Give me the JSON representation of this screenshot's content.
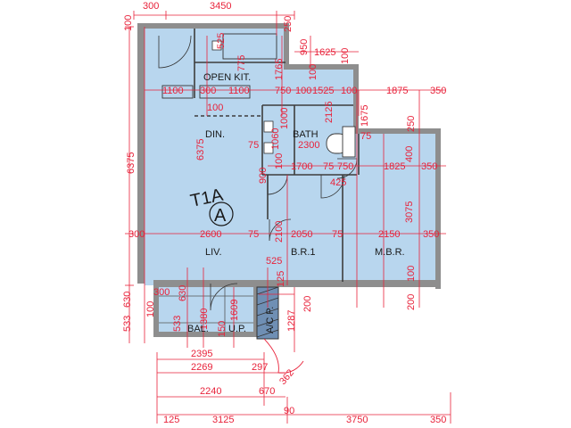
{
  "unit_label": "T1A",
  "unit_letter": "A",
  "rooms": {
    "open_kitchen": "OPEN KIT.",
    "dining": "DIN.",
    "bath": "BATH",
    "living": "LIV.",
    "bedroom1": "B.R.1",
    "master_bedroom": "M.B.R.",
    "balcony": "BAL.",
    "utility_platform": "U.P.",
    "ac_platform": "A/C P."
  },
  "dims": {
    "top_300": "300",
    "top_3450": "3450",
    "top_100": "100",
    "top_250": "250",
    "kit_525": "525",
    "kit_775": "775",
    "kit_1765": "1765",
    "kit_950": "950",
    "kit_1625": "1625",
    "kit_100a": "100",
    "kit_100b": "100",
    "row_1100a": "1100",
    "row_300": "300",
    "row_1100b": "1100",
    "row_750": "750",
    "row_100a": "100",
    "row_1525": "1525",
    "row_100b": "100",
    "row_1875": "1875",
    "row_350": "350",
    "row_100c": "100",
    "bath_2125": "2125",
    "bath_1675": "1675",
    "bath_250": "250",
    "bath_75": "75",
    "bath_1060": "1060",
    "bath_1000": "1000",
    "bath_75b": "75",
    "bath_2300": "2300",
    "din_6375": "6375",
    "left_6375": "6375",
    "mid_400": "400",
    "mid_100": "100",
    "mid_1700": "1700",
    "mid_75": "75",
    "mid_750": "750",
    "mid_1825": "1825",
    "mid_350": "350",
    "mid_425": "425",
    "mid_900": "900",
    "mbr_3075": "3075",
    "liv_300": "300",
    "liv_2600": "2600",
    "liv_75a": "75",
    "liv_2100": "2100",
    "liv_2050": "2050",
    "liv_75b": "75",
    "liv_2150": "2150",
    "liv_350": "350",
    "liv_525": "525",
    "liv_125": "125",
    "mbr_100": "100",
    "mbr_200": "200",
    "bal_300": "300",
    "bal_630a": "630",
    "bal_630b": "630",
    "bal_533": "533",
    "bal_100": "100",
    "bal_1380": "1380",
    "bal_1609": "1609",
    "bal_1287": "1287",
    "bal_200": "200",
    "bal_533b": "533",
    "bal_150": "150",
    "bot_2395": "2395",
    "bot_2269": "2269",
    "bot_297": "297",
    "bot_362": "362",
    "bot_2240": "2240",
    "bot_670": "670",
    "bot_125": "125",
    "bot_3125": "3125",
    "bot_90": "90",
    "bot_3750": "3750",
    "bot_350": "350"
  },
  "colors": {
    "floor": "#b8d6ee",
    "wall": "#8e8e8e",
    "dimension": "#e8223a",
    "line": "#3d3d3d"
  }
}
